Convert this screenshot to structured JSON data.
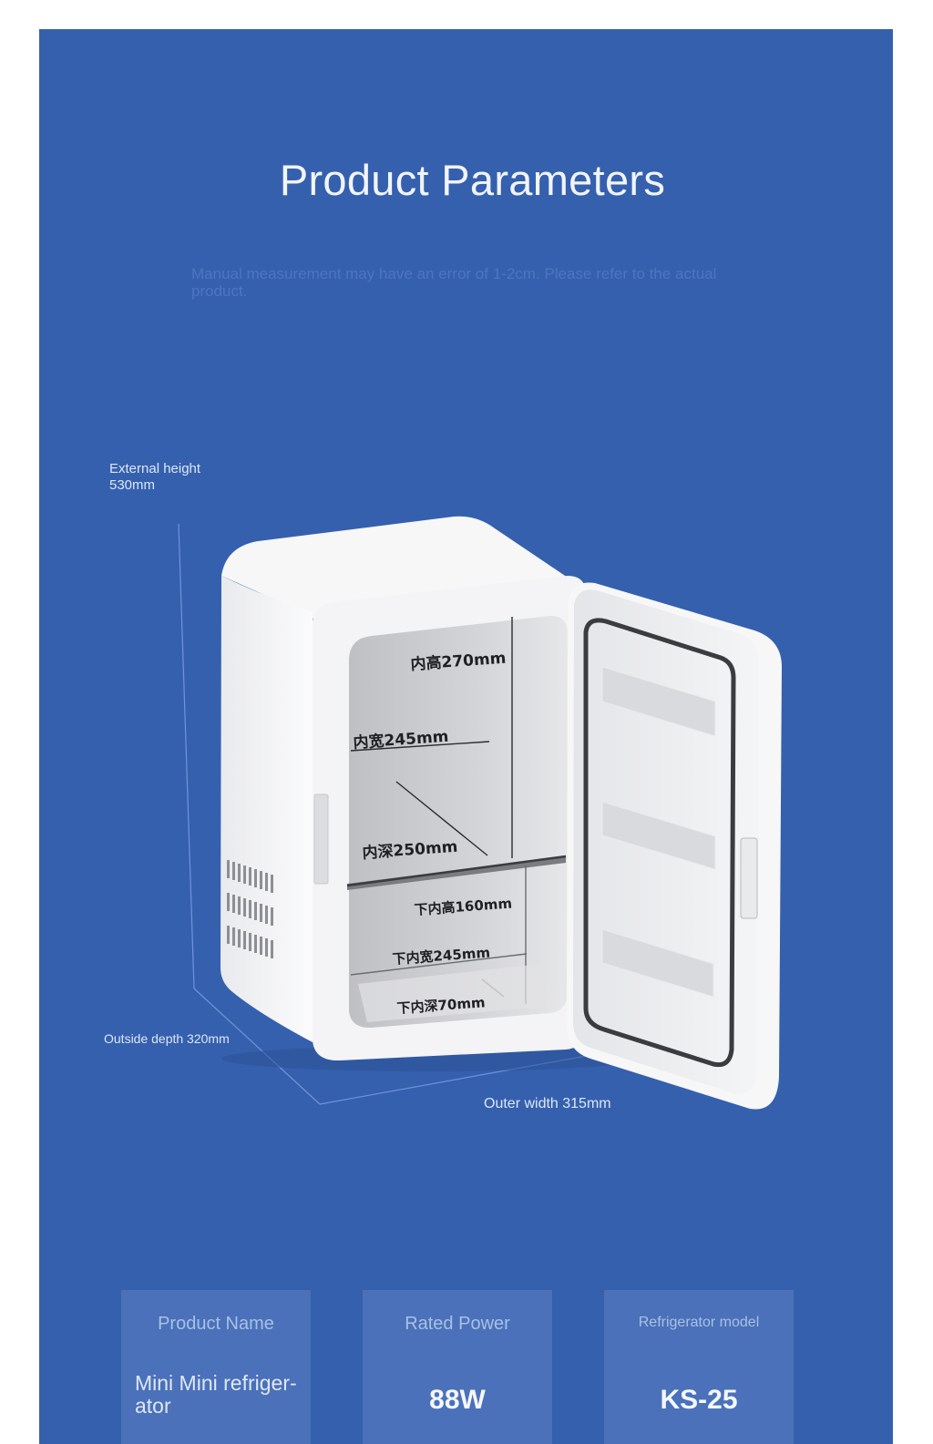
{
  "header": {
    "title": "Product Parameters",
    "note": "Manual measurement may have an error of 1-2cm. Please refer to the actual product."
  },
  "dimensions": {
    "external_height": {
      "label": "External height",
      "value": "530mm"
    },
    "outside_depth": "Outside depth 320mm",
    "outer_width": "Outer width 315mm"
  },
  "interior_labels": {
    "inner_height": "内高270mm",
    "inner_width": "内宽245mm",
    "inner_depth": "内深250mm",
    "lower_inner_height": "下内高160mm",
    "lower_inner_width": "下内宽245mm",
    "lower_inner_depth": "下内深70mm"
  },
  "specs": [
    {
      "label": "Product Name",
      "value": "Mini Mini refriger-ator"
    },
    {
      "label": "Rated Power",
      "value": "88W"
    },
    {
      "label": "Refrigerator model",
      "value": "KS-25"
    }
  ],
  "colors": {
    "background": "#3560ae",
    "card": "#4a71b9",
    "fridge_body": "#f2f3f5",
    "fridge_interior": "#c9cacd",
    "door_seal": "#3a3c40"
  }
}
